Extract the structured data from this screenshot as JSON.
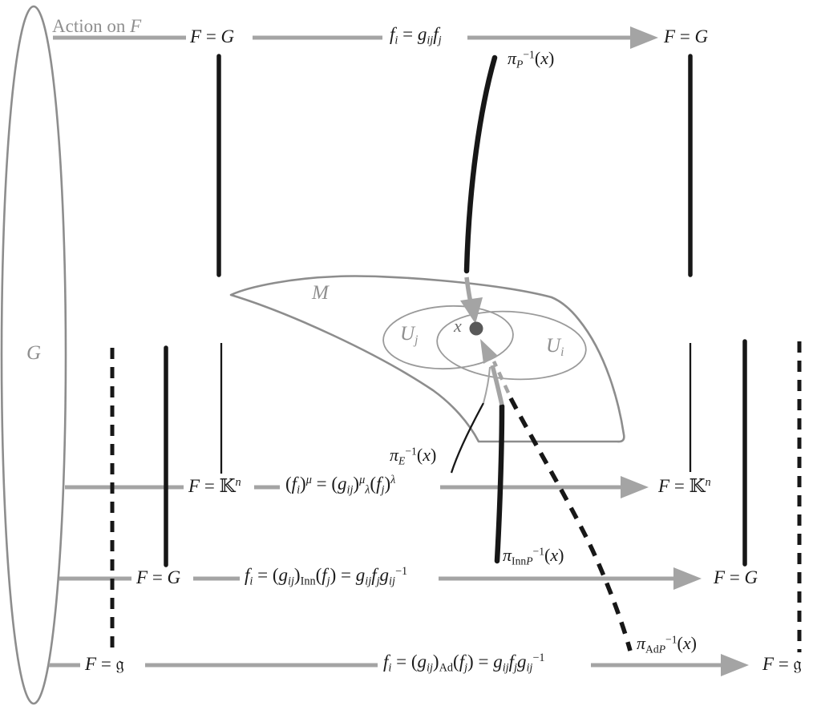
{
  "figure_type": "fiber-bundle-associated-bundles-diagram",
  "colors": {
    "arrow_gray": "#a4a4a4",
    "outline_gray": "#8d8d8d",
    "black": "#171717",
    "point_dot": "#595959",
    "gray_text": "#8f8f8f"
  },
  "labels": {
    "action_on_f": {
      "text": "Action on F",
      "tokens": [
        [
          "Action on ",
          "n"
        ],
        [
          "F",
          "i"
        ]
      ]
    },
    "group_g": {
      "text": "G",
      "tokens": [
        [
          "G",
          "i"
        ]
      ]
    },
    "manifold_m": {
      "text": "M",
      "tokens": [
        [
          "M",
          "i"
        ]
      ]
    },
    "chart_uj": {
      "text": "U_j",
      "tokens": [
        [
          "U",
          "i"
        ],
        [
          "j",
          "sub"
        ]
      ]
    },
    "chart_ui": {
      "text": "U_i",
      "tokens": [
        [
          "U",
          "i"
        ],
        [
          "i",
          "sub"
        ]
      ]
    },
    "point_x": {
      "text": "x",
      "tokens": [
        [
          "x",
          "i"
        ]
      ]
    },
    "row1": {
      "left": {
        "text": "F = G",
        "tokens": [
          [
            "F",
            "i"
          ],
          [
            " = ",
            "n"
          ],
          [
            "G",
            "i"
          ]
        ]
      },
      "formula": {
        "text": "f_i = g_ij f_j",
        "tokens": [
          [
            "f",
            "i"
          ],
          [
            "i",
            "sub"
          ],
          [
            " = ",
            "n"
          ],
          [
            "g",
            "i"
          ],
          [
            "ij",
            "sub"
          ],
          [
            "f",
            "i"
          ],
          [
            "j",
            "sub"
          ]
        ]
      },
      "fiber": {
        "text": "π_P^−1(x)",
        "tokens": [
          [
            "π",
            "i"
          ],
          [
            "P",
            "subi"
          ],
          [
            "−1",
            "sup"
          ],
          [
            "(",
            "n"
          ],
          [
            "x",
            "i"
          ],
          [
            ")",
            "n"
          ]
        ]
      },
      "right": {
        "text": "F = G",
        "tokens": [
          [
            "F",
            "i"
          ],
          [
            " = ",
            "n"
          ],
          [
            "G",
            "i"
          ]
        ]
      }
    },
    "row2": {
      "left": {
        "text": "F = 𝕂ⁿ",
        "tokens": [
          [
            "F",
            "i"
          ],
          [
            " = ",
            "n"
          ],
          [
            "𝕂",
            "n"
          ],
          [
            "n",
            "supi"
          ]
        ]
      },
      "formula": {
        "text": "(f_i)^μ = (g_ij)^μ_λ(f_j)^λ",
        "tokens": [
          [
            "(",
            "n"
          ],
          [
            "f",
            "i"
          ],
          [
            "i",
            "sub"
          ],
          [
            ")",
            "n"
          ],
          [
            "μ",
            "supi"
          ],
          [
            " = (",
            "n"
          ],
          [
            "g",
            "i"
          ],
          [
            "ij",
            "sub"
          ],
          [
            ")",
            "n"
          ],
          [
            "μ",
            "supi"
          ],
          [
            "λ",
            "subi"
          ],
          [
            "(",
            "n"
          ],
          [
            "f",
            "i"
          ],
          [
            "j",
            "sub"
          ],
          [
            ")",
            "n"
          ],
          [
            "λ",
            "supi"
          ]
        ]
      },
      "fiber": {
        "text": "π_E^−1(x)",
        "tokens": [
          [
            "π",
            "i"
          ],
          [
            "E",
            "subi"
          ],
          [
            "−1",
            "sup"
          ],
          [
            "(",
            "n"
          ],
          [
            "x",
            "i"
          ],
          [
            ")",
            "n"
          ]
        ]
      },
      "right": {
        "text": "F = 𝕂ⁿ",
        "tokens": [
          [
            "F",
            "i"
          ],
          [
            " = ",
            "n"
          ],
          [
            "𝕂",
            "n"
          ],
          [
            "n",
            "supi"
          ]
        ]
      }
    },
    "row3": {
      "left": {
        "text": "F = G",
        "tokens": [
          [
            "F",
            "i"
          ],
          [
            " = ",
            "n"
          ],
          [
            "G",
            "i"
          ]
        ]
      },
      "formula": {
        "text": "f_i = (g_ij)_Inn(f_j) = g_ij f_j g_ij^−1",
        "tokens": [
          [
            "f",
            "i"
          ],
          [
            "i",
            "sub"
          ],
          [
            " = (",
            "n"
          ],
          [
            "g",
            "i"
          ],
          [
            "ij",
            "sub"
          ],
          [
            ")",
            "n"
          ],
          [
            "Inn",
            "subr"
          ],
          [
            "(",
            "n"
          ],
          [
            "f",
            "i"
          ],
          [
            "j",
            "sub"
          ],
          [
            ") = ",
            "n"
          ],
          [
            "g",
            "i"
          ],
          [
            "ij",
            "sub"
          ],
          [
            "f",
            "i"
          ],
          [
            "j",
            "sub"
          ],
          [
            "g",
            "i"
          ],
          [
            "ij",
            "sub"
          ],
          [
            "−1",
            "sup"
          ]
        ]
      },
      "fiber": {
        "text": "π_InnP^−1(x)",
        "tokens": [
          [
            "π",
            "i"
          ],
          [
            "Inn",
            "subr"
          ],
          [
            "P",
            "subi"
          ],
          [
            "−1",
            "sup"
          ],
          [
            "(",
            "n"
          ],
          [
            "x",
            "i"
          ],
          [
            ")",
            "n"
          ]
        ]
      },
      "right": {
        "text": "F = G",
        "tokens": [
          [
            "F",
            "i"
          ],
          [
            " = ",
            "n"
          ],
          [
            "G",
            "i"
          ]
        ]
      }
    },
    "row4": {
      "left": {
        "text": "F = 𝔤",
        "tokens": [
          [
            "F",
            "i"
          ],
          [
            " = ",
            "n"
          ],
          [
            "𝔤",
            "n"
          ]
        ]
      },
      "formula": {
        "text": "f_i = (g_ij)_Ad(f_j) = g_ij f_j g_ij^−1",
        "tokens": [
          [
            "f",
            "i"
          ],
          [
            "i",
            "sub"
          ],
          [
            " = (",
            "n"
          ],
          [
            "g",
            "i"
          ],
          [
            "ij",
            "sub"
          ],
          [
            ")",
            "n"
          ],
          [
            "Ad",
            "subr"
          ],
          [
            "(",
            "n"
          ],
          [
            "f",
            "i"
          ],
          [
            "j",
            "sub"
          ],
          [
            ") = ",
            "n"
          ],
          [
            "g",
            "i"
          ],
          [
            "ij",
            "sub"
          ],
          [
            "f",
            "i"
          ],
          [
            "j",
            "sub"
          ],
          [
            "g",
            "i"
          ],
          [
            "ij",
            "sub"
          ],
          [
            "−1",
            "sup"
          ]
        ]
      },
      "fiber": {
        "text": "π_AdP^−1(x)",
        "tokens": [
          [
            "π",
            "i"
          ],
          [
            "Ad",
            "subr"
          ],
          [
            "P",
            "subi"
          ],
          [
            "−1",
            "sup"
          ],
          [
            "(",
            "n"
          ],
          [
            "x",
            "i"
          ],
          [
            ")",
            "n"
          ]
        ]
      },
      "right": {
        "text": "F = 𝔤",
        "tokens": [
          [
            "F",
            "i"
          ],
          [
            " = ",
            "n"
          ],
          [
            "𝔤",
            "n"
          ]
        ]
      }
    }
  }
}
